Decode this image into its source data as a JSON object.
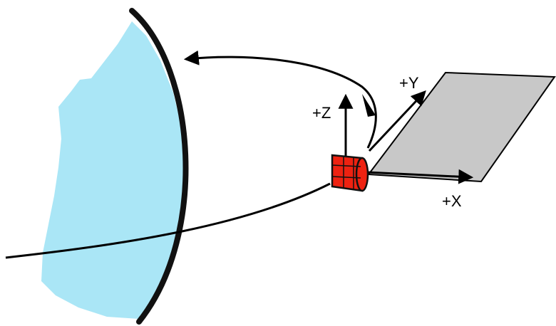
{
  "labels": {
    "z_axis": "+Z",
    "y_axis": "+Y",
    "x_axis": "+X"
  },
  "colors": {
    "planet_surface": "#aae6f6",
    "planet_limb": "#111111",
    "satellite_body": "#ee2211",
    "solar_panel": "#c8c8c8",
    "line": "#000000"
  },
  "icons": {
    "satellite": "satellite-icon",
    "solar_panel": "solar-panel-icon",
    "planet": "planet-icon"
  }
}
